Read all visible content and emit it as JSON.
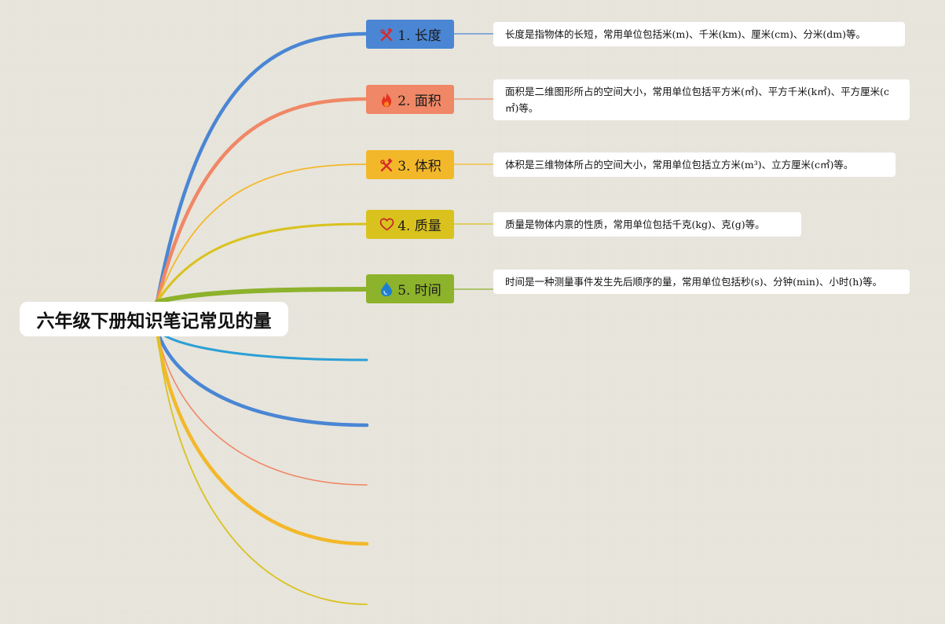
{
  "root": {
    "title": "六年级下册知识笔记常见的量"
  },
  "topics": [
    {
      "label": "1. 长度",
      "color": "#4a86d4",
      "icon": "tools-icon",
      "note": "长度是指物体的长短，常用单位包括米(m)、千米(km)、厘米(cm)、分米(dm)等。"
    },
    {
      "label": "2. 面积",
      "color": "#f08766",
      "icon": "fire-icon",
      "note": "面积是二维图形所占的空间大小，常用单位包括平方米(㎡)、平方千米(k㎡)、平方厘米(c㎡)等。"
    },
    {
      "label": "3. 体积",
      "color": "#f3b82a",
      "icon": "tools-icon",
      "note": "体积是三维物体所占的空间大小，常用单位包括立方米(m³)、立方厘米(c㎥)等。"
    },
    {
      "label": "4. 质量",
      "color": "#d9c21e",
      "icon": "heart-icon",
      "note": "质量是物体内禀的性质，常用单位包括千克(kg)、克(g)等。"
    },
    {
      "label": "5. 时间",
      "color": "#8db22c",
      "icon": "water-drop-icon",
      "note": "时间是一种测量事件发生先后顺序的量，常用单位包括秒(s)、分钟(min)、小时(h)等。"
    }
  ],
  "empty_branch_colors": [
    "#2b9fd6",
    "#4a86d4",
    "#f08766",
    "#f3b82a",
    "#d9c21e"
  ]
}
